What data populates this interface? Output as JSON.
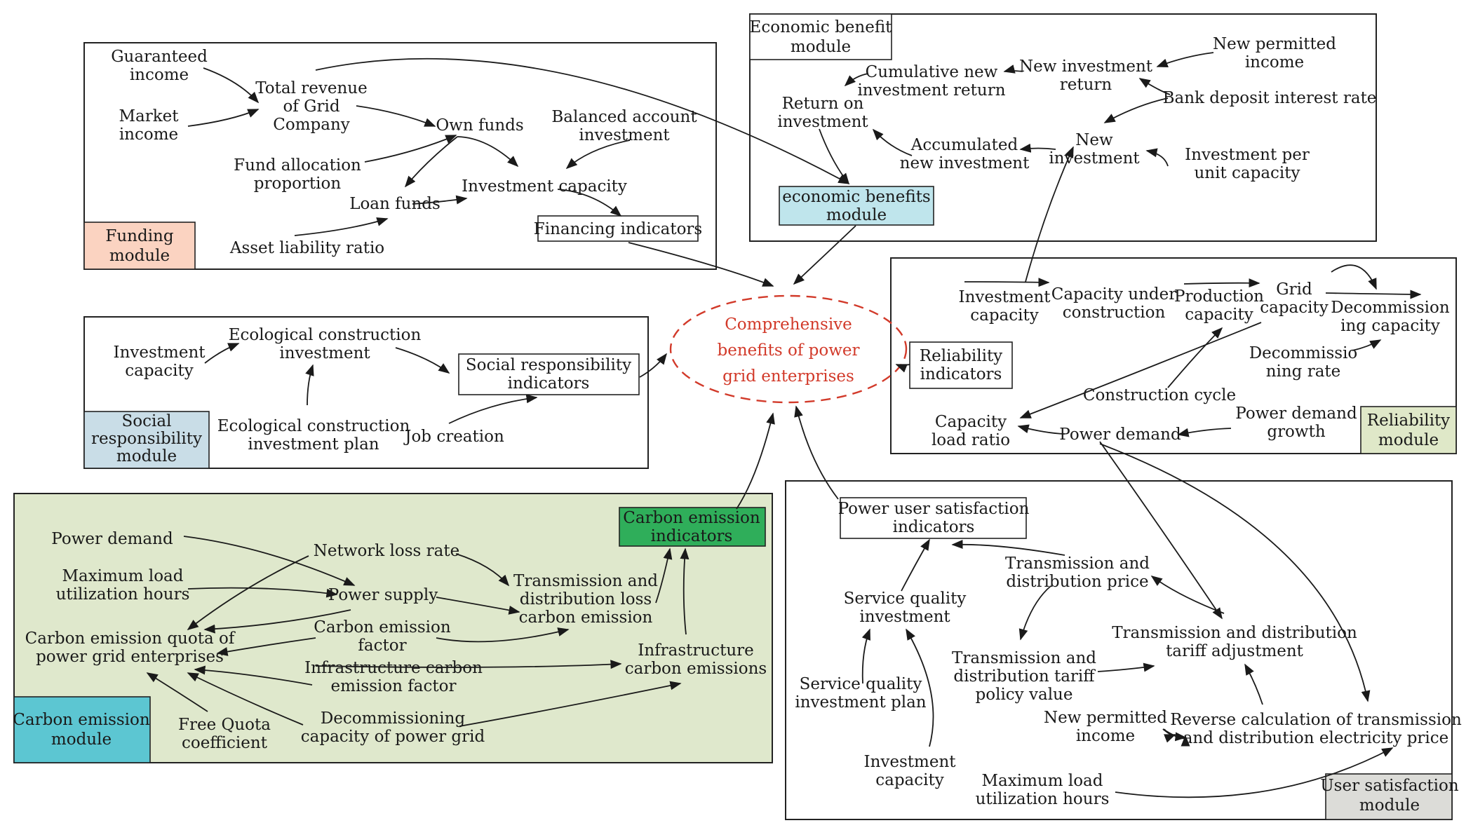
{
  "center": {
    "lines": [
      "Comprehensive",
      "benefits of power",
      "grid enterprises"
    ]
  },
  "modules": {
    "funding": {
      "tag": [
        "Funding",
        "module"
      ],
      "nodes": {
        "guaranteed_income": [
          "Guaranteed",
          "income"
        ],
        "market_income": [
          "Market",
          "income"
        ],
        "total_revenue": [
          "Total revenue",
          "of Grid",
          "Company"
        ],
        "own_funds": [
          "Own funds"
        ],
        "balanced_account": [
          "Balanced account",
          "investment"
        ],
        "fund_allocation": [
          "Fund allocation",
          "proportion"
        ],
        "investment_capacity": [
          "Investment capacity"
        ],
        "loan_funds": [
          "Loan funds"
        ],
        "asset_liability": [
          "Asset liability ratio"
        ],
        "financing_indicators": [
          "Financing indicators"
        ]
      }
    },
    "economic": {
      "tag": [
        "Economic benefit",
        "module"
      ],
      "nodes": {
        "new_permitted_income": [
          "New permitted",
          "income"
        ],
        "new_investment_return": [
          "New investment",
          "return"
        ],
        "cumulative_return": [
          "Cumulative new",
          "investment return"
        ],
        "return_on_investment": [
          "Return on",
          "investment"
        ],
        "bank_deposit": [
          "Bank deposit interest rate"
        ],
        "new_investment": [
          "New",
          "investment"
        ],
        "accumulated_investment": [
          "Accumulated",
          "new investment"
        ],
        "investment_per_unit": [
          "Investment per",
          "unit capacity"
        ],
        "economic_indicator": [
          "economic benefits",
          "module"
        ]
      }
    },
    "social": {
      "tag": [
        "Social",
        "responsibility",
        "module"
      ],
      "nodes": {
        "investment_capacity": [
          "Investment",
          "capacity"
        ],
        "ecological_investment": [
          "Ecological construction",
          "investment"
        ],
        "social_indicators": [
          "Social responsibility",
          "indicators"
        ],
        "ecological_plan": [
          "Ecological construction",
          "investment plan"
        ],
        "job_creation": [
          "Job creation"
        ]
      }
    },
    "reliability": {
      "tag": [
        "Reliability",
        "module"
      ],
      "nodes": {
        "investment_capacity": [
          "Investment",
          "capacity"
        ],
        "capacity_under_construction": [
          "Capacity under",
          "construction"
        ],
        "production_capacity": [
          "Production",
          "capacity"
        ],
        "grid_capacity": [
          "Grid",
          "capacity"
        ],
        "decommissioning_capacity": [
          "Decommission",
          "ing capacity"
        ],
        "reliability_indicators": [
          "Reliability",
          "indicators"
        ],
        "decommissioning_rate": [
          "Decommissio",
          "ning rate"
        ],
        "construction_cycle": [
          "Construction cycle"
        ],
        "capacity_load_ratio": [
          "Capacity",
          "load ratio"
        ],
        "power_demand": [
          "Power demand"
        ],
        "power_demand_growth": [
          "Power demand",
          "growth"
        ]
      }
    },
    "carbon": {
      "tag": [
        "Carbon emission",
        "module"
      ],
      "nodes": {
        "carbon_indicators": [
          "Carbon emission",
          "indicators"
        ],
        "power_demand": [
          "Power demand"
        ],
        "network_loss": [
          "Network loss rate"
        ],
        "max_load_hours": [
          "Maximum load",
          "utilization hours"
        ],
        "power_supply": [
          "Power supply"
        ],
        "td_loss_emission": [
          "Transmission and",
          "distribution loss",
          "carbon emission"
        ],
        "carbon_quota": [
          "Carbon emission quota of",
          "power grid enterprises"
        ],
        "carbon_factor": [
          "Carbon emission",
          "factor"
        ],
        "infra_emissions": [
          "Infrastructure",
          "carbon emissions"
        ],
        "infra_factor": [
          "Infrastructure carbon",
          "emission factor"
        ],
        "free_quota": [
          "Free Quota",
          "coefficient"
        ],
        "decommissioning_capacity": [
          "Decommissioning",
          "capacity of power grid"
        ]
      }
    },
    "user": {
      "tag": [
        "User satisfaction",
        "module"
      ],
      "nodes": {
        "satisfaction_indicators": [
          "Power user satisfaction",
          "indicators"
        ],
        "td_price": [
          "Transmission and",
          "distribution price"
        ],
        "service_quality_investment": [
          "Service quality",
          "investment"
        ],
        "td_tariff_adjustment": [
          "Transmission and distribution",
          "tariff adjustment"
        ],
        "td_tariff_policy": [
          "Transmission and",
          "distribution tariff",
          "policy value"
        ],
        "service_quality_plan": [
          "Service quality",
          "investment plan"
        ],
        "new_permitted_income": [
          "New permitted",
          "income"
        ],
        "reverse_calculation": [
          "Reverse calculation of transmission",
          "and distribution electricity price"
        ],
        "investment_capacity": [
          "Investment",
          "capacity"
        ],
        "max_load_hours": [
          "Maximum load",
          "utilization hours"
        ]
      }
    }
  },
  "colors": {
    "funding_tag": "#fbd3c1",
    "economic_indicator": "#bfe5ec",
    "social_tag": "#c9dde7",
    "reliability_tag": "#dfe8c8",
    "carbon_module_bg": "#dfe8cc",
    "carbon_indicator": "#2fae5a",
    "carbon_tag": "#5cc6d2",
    "user_tag": "#dcdcd8",
    "center_text": "#d23a2a"
  }
}
